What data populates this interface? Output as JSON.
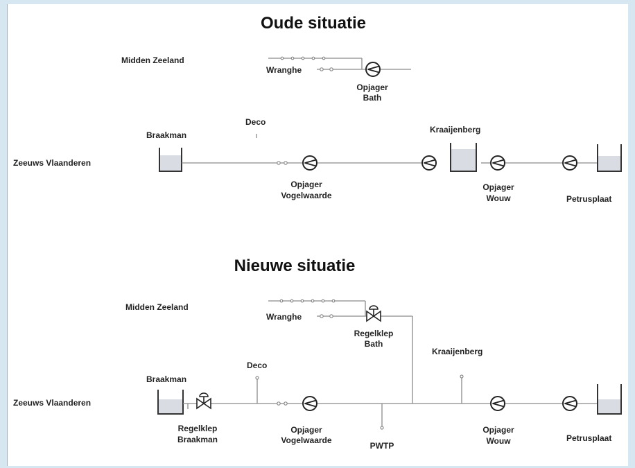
{
  "old": {
    "title": "Oude situatie",
    "region_mz": "Midden Zeeland",
    "region_zv": "Zeeuws Vlaanderen",
    "wranghe": "Wranghe",
    "opjager_bath_1": "Opjager",
    "opjager_bath_2": "Bath",
    "braakman": "Braakman",
    "deco": "Deco",
    "kraaijenberg": "Kraaijenberg",
    "vogelwaarde_1": "Opjager",
    "vogelwaarde_2": "Vogelwaarde",
    "wouw_1": "Opjager",
    "wouw_2": "Wouw",
    "petrusplaat": "Petrusplaat"
  },
  "new": {
    "title": "Nieuwe situatie",
    "region_mz": "Midden Zeeland",
    "region_zv": "Zeeuws Vlaanderen",
    "wranghe": "Wranghe",
    "regelklep_bath_1": "Regelklep",
    "regelklep_bath_2": "Bath",
    "kraaijenberg": "Kraaijenberg",
    "deco": "Deco",
    "braakman": "Braakman",
    "regelklep_braakman_1": "Regelklep",
    "regelklep_braakman_2": "Braakman",
    "vogelwaarde_1": "Opjager",
    "vogelwaarde_2": "Vogelwaarde",
    "pwtp": "PWTP",
    "wouw_1": "Opjager",
    "wouw_2": "Wouw",
    "petrusplaat": "Petrusplaat"
  }
}
